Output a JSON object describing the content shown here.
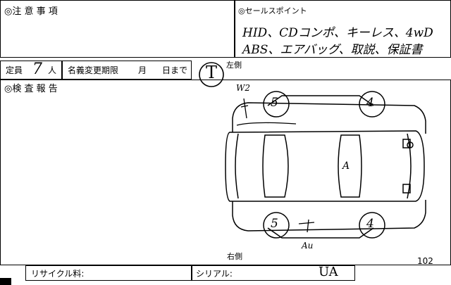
{
  "notes_header": {
    "label": "◎注 意 事 項"
  },
  "sales_points": {
    "label": "◎セールスポイント",
    "line1": "HID、CDコンポ、キーレス、4wD",
    "line2": "ABS、エアバッグ、取説、保証書"
  },
  "fields": {
    "capacity_label": "定員",
    "capacity_value": "7",
    "capacity_unit": "人",
    "name_change_label": "名義変更期限",
    "month_label": "月",
    "day_label": "日まで",
    "left_side_label": "左側",
    "grade_mark": "T"
  },
  "inspection": {
    "label": "◎検 査 報 告",
    "right_side_label": "右側",
    "marks": {
      "w2": "W2",
      "tire_left_front": "5",
      "tire_left_rear": "4",
      "tire_right_front": "5",
      "tire_right_rear": "4",
      "window_mark": "A",
      "bottom_mark": "Au"
    }
  },
  "footer": {
    "recycle_label": "リサイクル料:",
    "serial_label": "シリアル:",
    "serial_value": "UA",
    "page_number": "102"
  }
}
